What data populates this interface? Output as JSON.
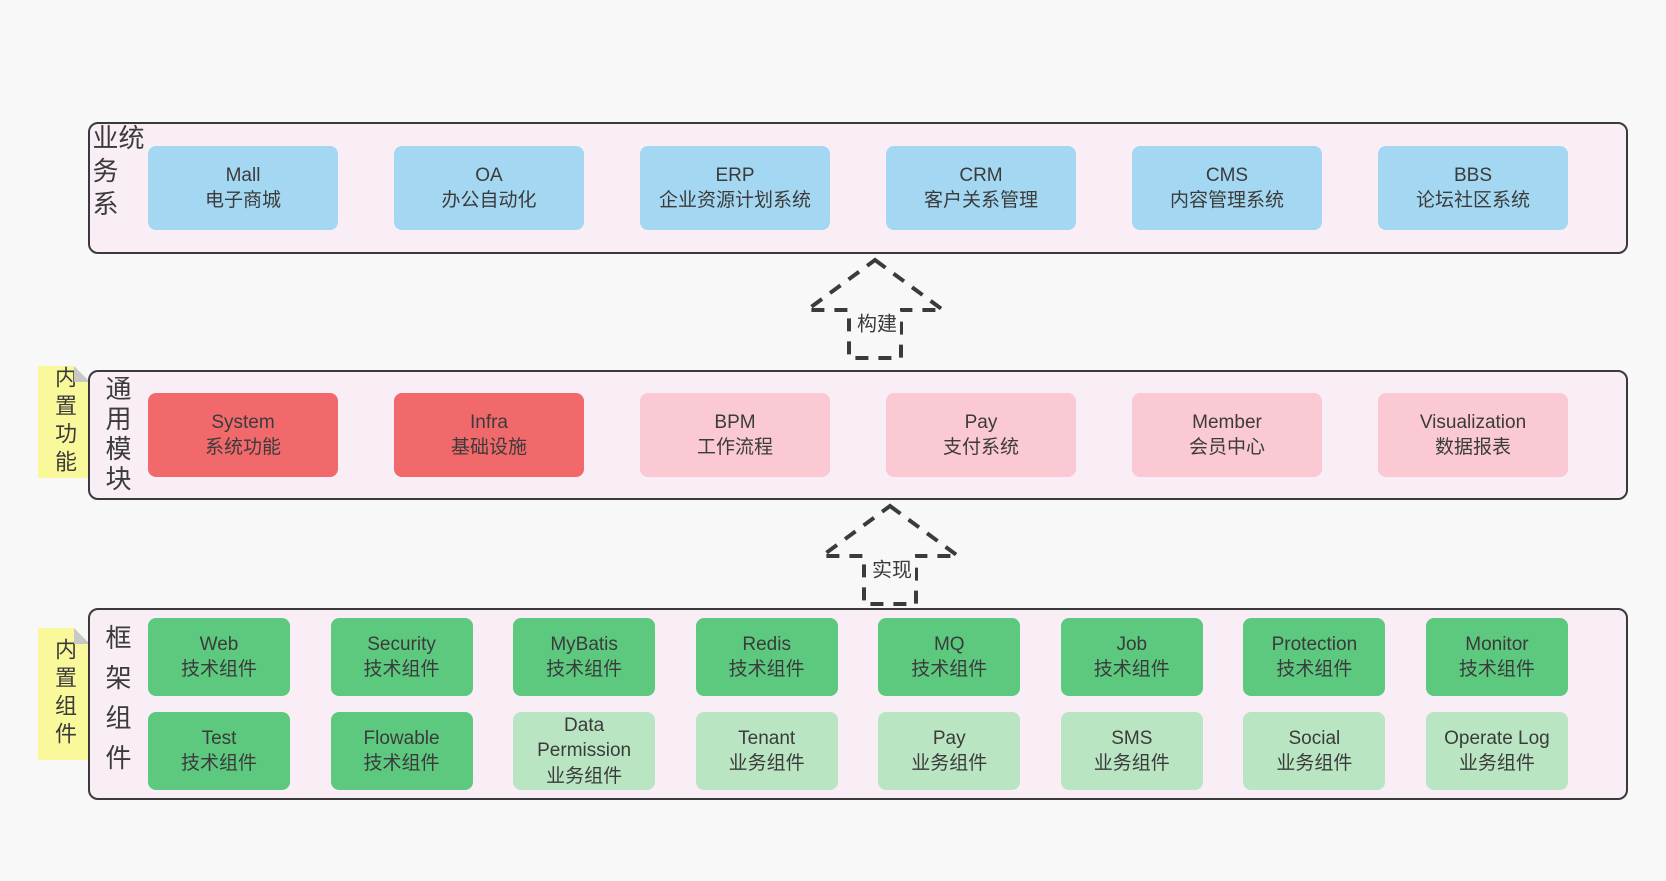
{
  "colors": {
    "page_bg": "#f8f8f8",
    "panel_bg": "#f9edf6",
    "panel_border": "#3a3a3a",
    "text": "#3b3b3b",
    "blue": "#a4d8f2",
    "red": "#f2696c",
    "pink": "#fbc9d3",
    "green": "#5cc97f",
    "green_light": "#bae5c3",
    "note_yellow": "#f9f99c",
    "note_fold": "#c8c8c8",
    "arrow": "#3b3b3b"
  },
  "arrows": [
    {
      "label": "构建"
    },
    {
      "label": "实现"
    }
  ],
  "layers": [
    {
      "label": "业务系统",
      "note": "",
      "rows": [
        [
          {
            "title": "Mall",
            "subtitle": "电子商城",
            "variant": "blue"
          },
          {
            "title": "OA",
            "subtitle": "办公自动化",
            "variant": "blue"
          },
          {
            "title": "ERP",
            "subtitle": "企业资源计划系统",
            "variant": "blue"
          },
          {
            "title": "CRM",
            "subtitle": "客户关系管理",
            "variant": "blue"
          },
          {
            "title": "CMS",
            "subtitle": "内容管理系统",
            "variant": "blue"
          },
          {
            "title": "BBS",
            "subtitle": "论坛社区系统",
            "variant": "blue"
          }
        ]
      ]
    },
    {
      "label": "通用模块",
      "note": "内置功能",
      "rows": [
        [
          {
            "title": "System",
            "subtitle": "系统功能",
            "variant": "red"
          },
          {
            "title": "Infra",
            "subtitle": "基础设施",
            "variant": "red"
          },
          {
            "title": "BPM",
            "subtitle": "工作流程",
            "variant": "pink"
          },
          {
            "title": "Pay",
            "subtitle": "支付系统",
            "variant": "pink"
          },
          {
            "title": "Member",
            "subtitle": "会员中心",
            "variant": "pink"
          },
          {
            "title": "Visualization",
            "subtitle": "数据报表",
            "variant": "pink"
          }
        ]
      ]
    },
    {
      "label": "框架组件",
      "note": "内置组件",
      "rows": [
        [
          {
            "title": "Web",
            "subtitle": "技术组件",
            "variant": "green"
          },
          {
            "title": "Security",
            "subtitle": "技术组件",
            "variant": "green"
          },
          {
            "title": "MyBatis",
            "subtitle": "技术组件",
            "variant": "green"
          },
          {
            "title": "Redis",
            "subtitle": "技术组件",
            "variant": "green"
          },
          {
            "title": "MQ",
            "subtitle": "技术组件",
            "variant": "green"
          },
          {
            "title": "Job",
            "subtitle": "技术组件",
            "variant": "green"
          },
          {
            "title": "Protection",
            "subtitle": "技术组件",
            "variant": "green"
          },
          {
            "title": "Monitor",
            "subtitle": "技术组件",
            "variant": "green"
          }
        ],
        [
          {
            "title": "Test",
            "subtitle": "技术组件",
            "variant": "green"
          },
          {
            "title": "Flowable",
            "subtitle": "技术组件",
            "variant": "green"
          },
          {
            "title": "Data Permission",
            "subtitle": "业务组件",
            "variant": "green-light"
          },
          {
            "title": "Tenant",
            "subtitle": "业务组件",
            "variant": "green-light"
          },
          {
            "title": "Pay",
            "subtitle": "业务组件",
            "variant": "green-light"
          },
          {
            "title": "SMS",
            "subtitle": "业务组件",
            "variant": "green-light"
          },
          {
            "title": "Social",
            "subtitle": "业务组件",
            "variant": "green-light"
          },
          {
            "title": "Operate Log",
            "subtitle": "业务组件",
            "variant": "green-light"
          }
        ]
      ]
    }
  ]
}
